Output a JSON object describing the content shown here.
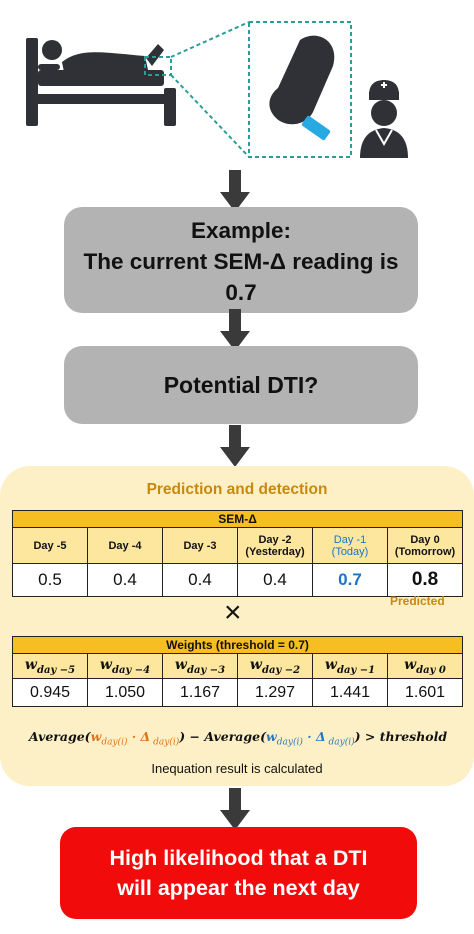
{
  "example_box": {
    "line1": "Example:",
    "line2": "The current SEM-Δ reading is",
    "line3": "0.7"
  },
  "dti_box": {
    "text": "Potential DTI?"
  },
  "panel": {
    "title": "Prediction and detection",
    "sem_table": {
      "header": "SEM-Δ",
      "days": [
        {
          "label": "Day -5",
          "sub": ""
        },
        {
          "label": "Day -4",
          "sub": ""
        },
        {
          "label": "Day -3",
          "sub": ""
        },
        {
          "label": "Day -2",
          "sub": "(Yesterday)"
        },
        {
          "label": "Day -1",
          "sub": "(Today)"
        },
        {
          "label": "Day 0",
          "sub": "(Tomorrow)"
        }
      ],
      "values": [
        "0.5",
        "0.4",
        "0.4",
        "0.4",
        "0.7",
        "0.8"
      ],
      "predicted_label": "Predicted"
    },
    "operator": "×",
    "weights_table": {
      "header": "Weights (threshold = 0.7)",
      "symbols": [
        {
          "w": "w",
          "sub": "day −5"
        },
        {
          "w": "w",
          "sub": "day −4"
        },
        {
          "w": "w",
          "sub": "day −3"
        },
        {
          "w": "w",
          "sub": "day −2"
        },
        {
          "w": "w",
          "sub": "day −1"
        },
        {
          "w": "w",
          "sub": "day 0"
        }
      ],
      "values": [
        "0.945",
        "1.050",
        "1.167",
        "1.297",
        "1.441",
        "1.601"
      ]
    },
    "formula": {
      "avg1": "Average(",
      "w": "w",
      "w_sub": "day(i)",
      "dot": " · ",
      "delta": "Δ",
      "delta_sub": " day(i)",
      "close_minus": ") − ",
      "avg2": "Average(",
      "close_gt": ") > ",
      "threshold": "threshold"
    },
    "note": "Inequation result is calculated"
  },
  "result_box": {
    "line1": "High likelihood that a DTI",
    "line2": "will appear the next day"
  },
  "colors": {
    "grey_box": "#b3b3b3",
    "panel_bg": "#fdf0c7",
    "table_header": "#f6be22",
    "table_subheader": "#fde79f",
    "accent_gold": "#c8890b",
    "today_blue": "#1a73c9",
    "result_red": "#f20b0b",
    "dashed_teal": "#2a9d99",
    "sensor_blue": "#27a9e1"
  },
  "icons": [
    "patient-bed-icon",
    "foot-heel-sensor-icon",
    "nurse-icon",
    "down-arrow-icon"
  ]
}
